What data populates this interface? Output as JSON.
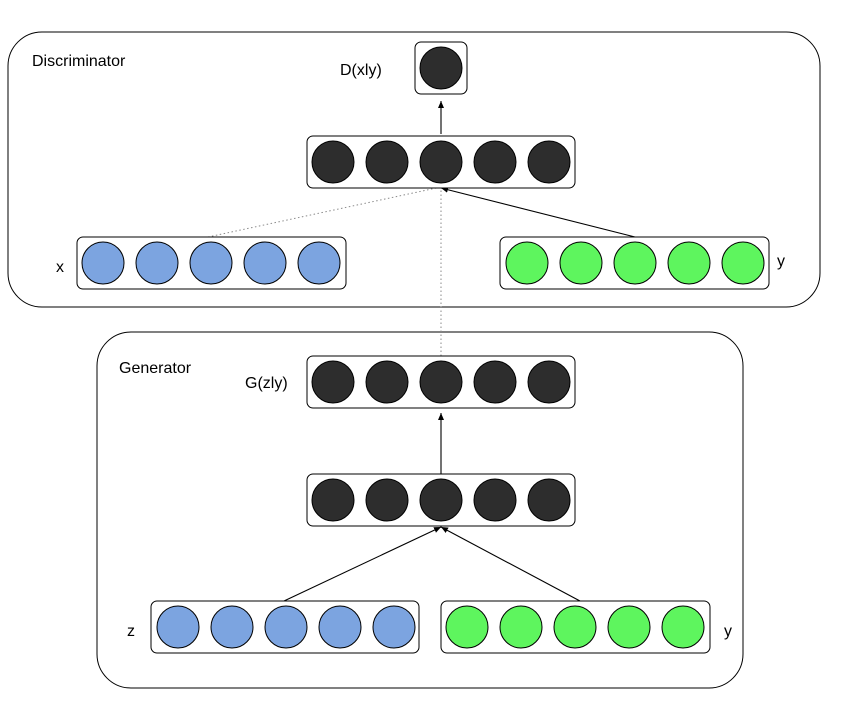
{
  "discriminator": {
    "title": "Discriminator",
    "output_label": "D(xly)",
    "input_x_label": "x",
    "input_y_label": "y"
  },
  "generator": {
    "title": "Generator",
    "output_label": "G(zly)",
    "input_z_label": "z",
    "input_y_label": "y"
  },
  "colors": {
    "hidden": "#2d2d2d",
    "noise_input": "#7ca4e0",
    "condition_input": "#5ef55e",
    "outline": "#000000"
  },
  "layers": [
    {
      "id": "d-output",
      "role": "hidden",
      "units": 1
    },
    {
      "id": "d-hidden",
      "role": "hidden",
      "units": 5
    },
    {
      "id": "d-x",
      "role": "noise_input",
      "units": 5
    },
    {
      "id": "d-y",
      "role": "condition_input",
      "units": 5
    },
    {
      "id": "g-output",
      "role": "hidden",
      "units": 5
    },
    {
      "id": "g-hidden",
      "role": "hidden",
      "units": 5
    },
    {
      "id": "g-z",
      "role": "noise_input",
      "units": 5
    },
    {
      "id": "g-y",
      "role": "condition_input",
      "units": 5
    }
  ]
}
